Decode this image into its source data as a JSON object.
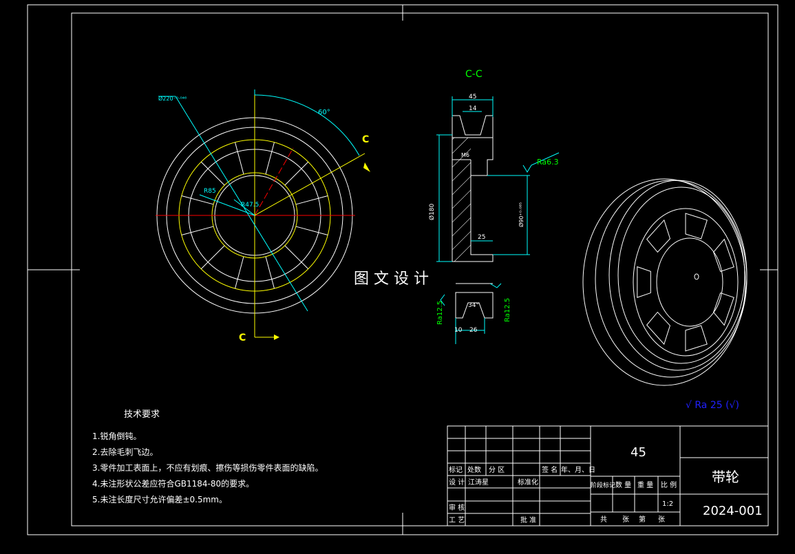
{
  "colors": {
    "background": "#000000",
    "line": "#ffffff",
    "yellow": "#ffff00",
    "cyan": "#00ffff",
    "red": "#ff0000",
    "green": "#00ff00",
    "blue": "#2020ff"
  },
  "front_view": {
    "section_marker_top": "C",
    "section_marker_bottom": "C",
    "dim_diameter": "Ø220⁻⁰·⁰⁴⁶",
    "dim_angle": "60°",
    "dim_r_large": "R85",
    "dim_r_small": "R47.5"
  },
  "section_view": {
    "title": "C-C",
    "dim_width_45": "45",
    "dim_groove_14": "14",
    "dim_m6": "M6",
    "roughness_top": "Ra6.3",
    "dim_180": "Ø180",
    "dim_bore": "Ø90⁺⁰·⁰⁸⁵",
    "dim_25": "25",
    "roughness_left": "Ra12.5",
    "roughness_right": "Ra12.5",
    "dim_34": "34°",
    "dim_10": "10",
    "dim_26": "26"
  },
  "watermark": "图 文 设 计",
  "corner_roughness": "√ Ra 25 (√)",
  "tech_requirements": {
    "title": "技术要求",
    "items": [
      "1.锐角倒钝。",
      "2.去除毛刺飞边。",
      "3.零件加工表面上，不应有划痕、擦伤等损伤零件表面的缺陷。",
      "4.未注形状公差应符合GB1184-80的要求。",
      "5.未注长度尺寸允许偏差±0.5mm。"
    ]
  },
  "title_block": {
    "material": "45",
    "part_name": "带轮",
    "drawing_number": "2024-001",
    "row_labels": [
      "标记",
      "处数",
      "分 区",
      "签 名",
      "年、月、日"
    ],
    "design_label": "设 计",
    "designer": "江涛星",
    "standardize_label": "标准化",
    "review_label": "审 核",
    "process_label": "工 艺",
    "approve_label": "批 准",
    "stage_labels": [
      "阶段标记",
      "数 量",
      "重 量",
      "比 例"
    ],
    "scale": "1:2",
    "sheets": [
      "共",
      "张",
      "第",
      "张"
    ]
  }
}
